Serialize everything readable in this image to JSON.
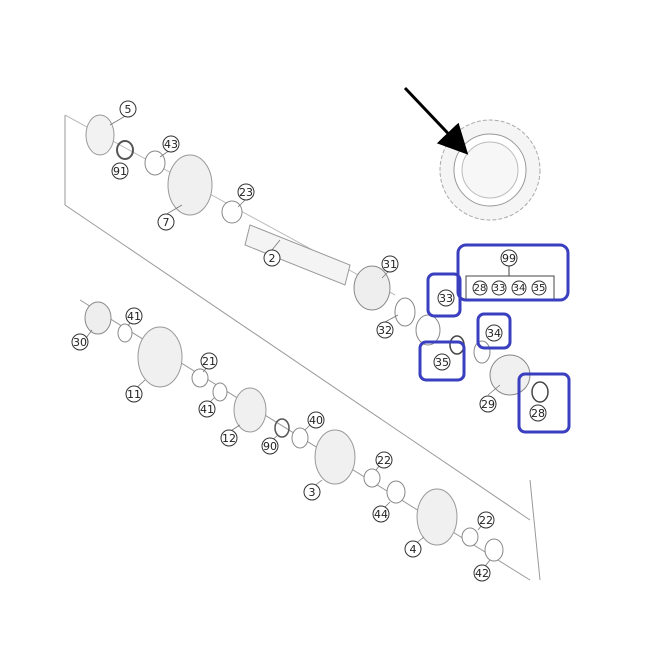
{
  "diagram": {
    "type": "exploded-parts-diagram",
    "arrow": {
      "description": "black pointer arrow toward gear tooth"
    },
    "kit": {
      "label": "99",
      "items": [
        "28",
        "33",
        "34",
        "35"
      ]
    },
    "callouts": [
      {
        "id": "5",
        "text": "5"
      },
      {
        "id": "43",
        "text": "43"
      },
      {
        "id": "91",
        "text": "91"
      },
      {
        "id": "7",
        "text": "7"
      },
      {
        "id": "23",
        "text": "23"
      },
      {
        "id": "2",
        "text": "2"
      },
      {
        "id": "31",
        "text": "31"
      },
      {
        "id": "32",
        "text": "32"
      },
      {
        "id": "33",
        "text": "33"
      },
      {
        "id": "34",
        "text": "34"
      },
      {
        "id": "35",
        "text": "35"
      },
      {
        "id": "29",
        "text": "29"
      },
      {
        "id": "28",
        "text": "28"
      },
      {
        "id": "30",
        "text": "30"
      },
      {
        "id": "41a",
        "text": "41"
      },
      {
        "id": "11",
        "text": "11"
      },
      {
        "id": "21",
        "text": "21"
      },
      {
        "id": "41b",
        "text": "41"
      },
      {
        "id": "12",
        "text": "12"
      },
      {
        "id": "90",
        "text": "90"
      },
      {
        "id": "40",
        "text": "40"
      },
      {
        "id": "3",
        "text": "3"
      },
      {
        "id": "22a",
        "text": "22"
      },
      {
        "id": "44",
        "text": "44"
      },
      {
        "id": "4",
        "text": "4"
      },
      {
        "id": "22b",
        "text": "22"
      },
      {
        "id": "42",
        "text": "42"
      }
    ],
    "highlight_color": "#3a3fbf"
  }
}
